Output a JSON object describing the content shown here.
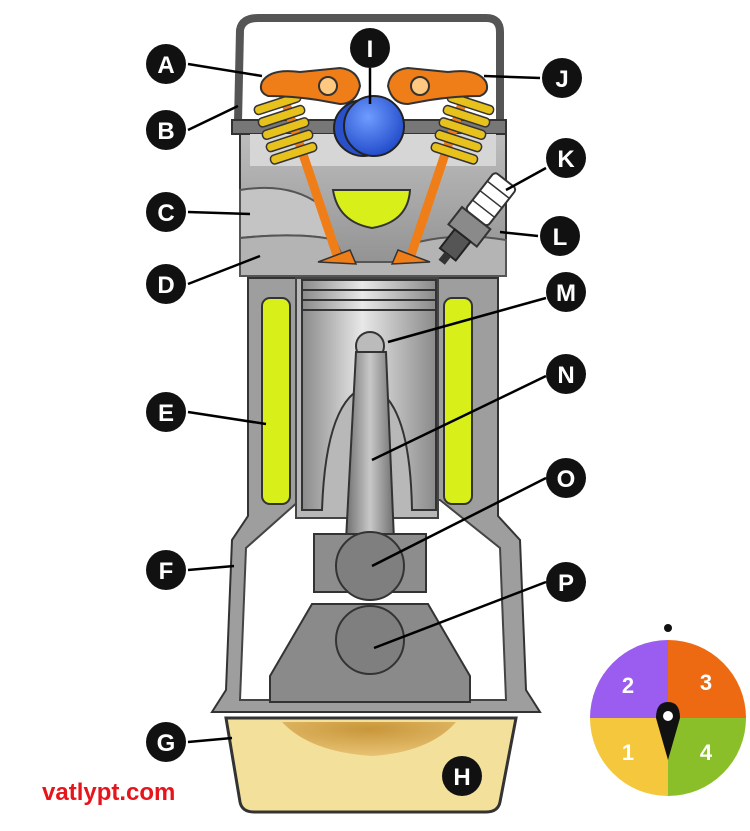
{
  "labels": {
    "A": "A",
    "B": "B",
    "C": "C",
    "D": "D",
    "E": "E",
    "F": "F",
    "G": "G",
    "H": "H",
    "I": "I",
    "J": "J",
    "K": "K",
    "L": "L",
    "M": "M",
    "N": "N",
    "O": "O",
    "P": "P"
  },
  "stroke_wheel": {
    "segments": [
      {
        "label": "2",
        "color": "#9b5cf0"
      },
      {
        "label": "3",
        "color": "#ee6a12"
      },
      {
        "label": "1",
        "color": "#f5c73d"
      },
      {
        "label": "4",
        "color": "#8bbf2a"
      }
    ]
  },
  "watermark": "vatlypt.com",
  "colors": {
    "engine_block": "#9e9e9e",
    "outline": "#333333",
    "coolant": "#d8ef1a",
    "valve_spring": "#e8c21c",
    "rocker_arm": "#ef7d18",
    "camshaft": "#3f72e8",
    "oil": "#f3e09a",
    "label_badge": "#111111"
  }
}
